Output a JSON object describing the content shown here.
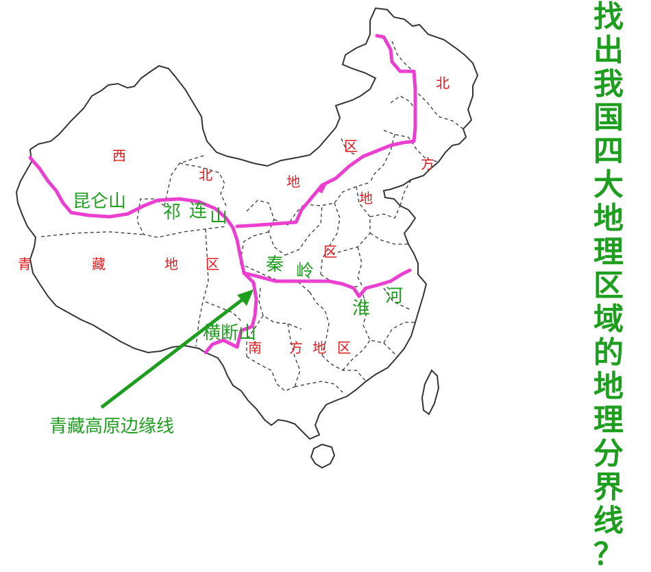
{
  "title_chars": [
    "找",
    "出",
    "我",
    "国",
    "四",
    "大",
    "地",
    "理",
    "区",
    "域",
    "的",
    "地",
    "理",
    "分",
    "界",
    "线",
    "？"
  ],
  "colors": {
    "boundary_line": "#ea3fcf",
    "region_text": "#e0191c",
    "feature_text": "#1e9e1e"
  },
  "regions": {
    "northeast": [
      "北",
      "区",
      "方",
      "地"
    ],
    "northwest": [
      "西",
      "北",
      "地",
      "区"
    ],
    "qingzang": [
      "青",
      "藏",
      "地",
      "区"
    ],
    "south": [
      "南",
      "方",
      "地",
      "区"
    ]
  },
  "features": {
    "kunlun": "昆仑山",
    "qilian": [
      "祁",
      "连",
      "山"
    ],
    "qinling": [
      "秦",
      "岭"
    ],
    "huaihe": [
      "淮",
      "河"
    ],
    "hengduan": "横断山",
    "plateau_edge": "青藏高原边缘线"
  }
}
